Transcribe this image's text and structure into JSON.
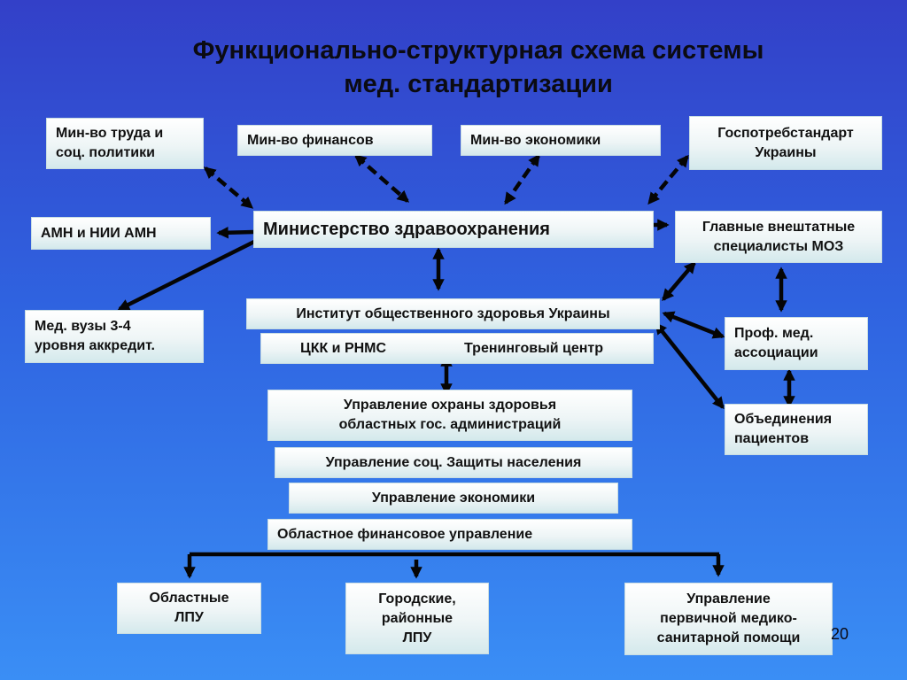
{
  "title_line1": "Функционально-структурная схема системы",
  "title_line2": "мед. стандартизации",
  "nodes": {
    "mintrud": {
      "line1": "Мин-во труда и",
      "line2": "соц. политики"
    },
    "minfin": "Мин-во финансов",
    "mineco": "Мин-во экономики",
    "gospotreb": {
      "line1": "Госпотребстандарт",
      "line2": "Украины"
    },
    "amn": "АМН и НИИ АМН",
    "minzdrav": "Министерство здравоохранения",
    "glavnye": {
      "line1": "Главные внештатные",
      "line2": "специалисты МОЗ"
    },
    "vuzy": {
      "line1": "Мед. вузы 3-4",
      "line2": "уровня аккредит."
    },
    "institut": "Институт общественного здоровья Украины",
    "ckk": "ЦКК и РНМС",
    "trening": "Тренинговый центр",
    "prof": {
      "line1": "Проф. мед.",
      "line2": "ассоциации"
    },
    "uoz": {
      "line1": "Управление охраны здоровья",
      "line2": "областных гос. администраций"
    },
    "obyed": {
      "line1": "Объединения",
      "line2": "пациентов"
    },
    "usoc": "Управление соц. Защиты населения",
    "ueco": "Управление экономики",
    "ofin": "Областное финансовое управление",
    "oblpu": {
      "line1": "Областные",
      "line2": "ЛПУ"
    },
    "gorlpu": {
      "line1": "Городские,",
      "line2": "районные",
      "line3": "ЛПУ"
    },
    "upmsp": {
      "line1": "Управление",
      "line2": "первичной медико-",
      "line3": "санитарной помощи"
    }
  },
  "page_number": "20"
}
